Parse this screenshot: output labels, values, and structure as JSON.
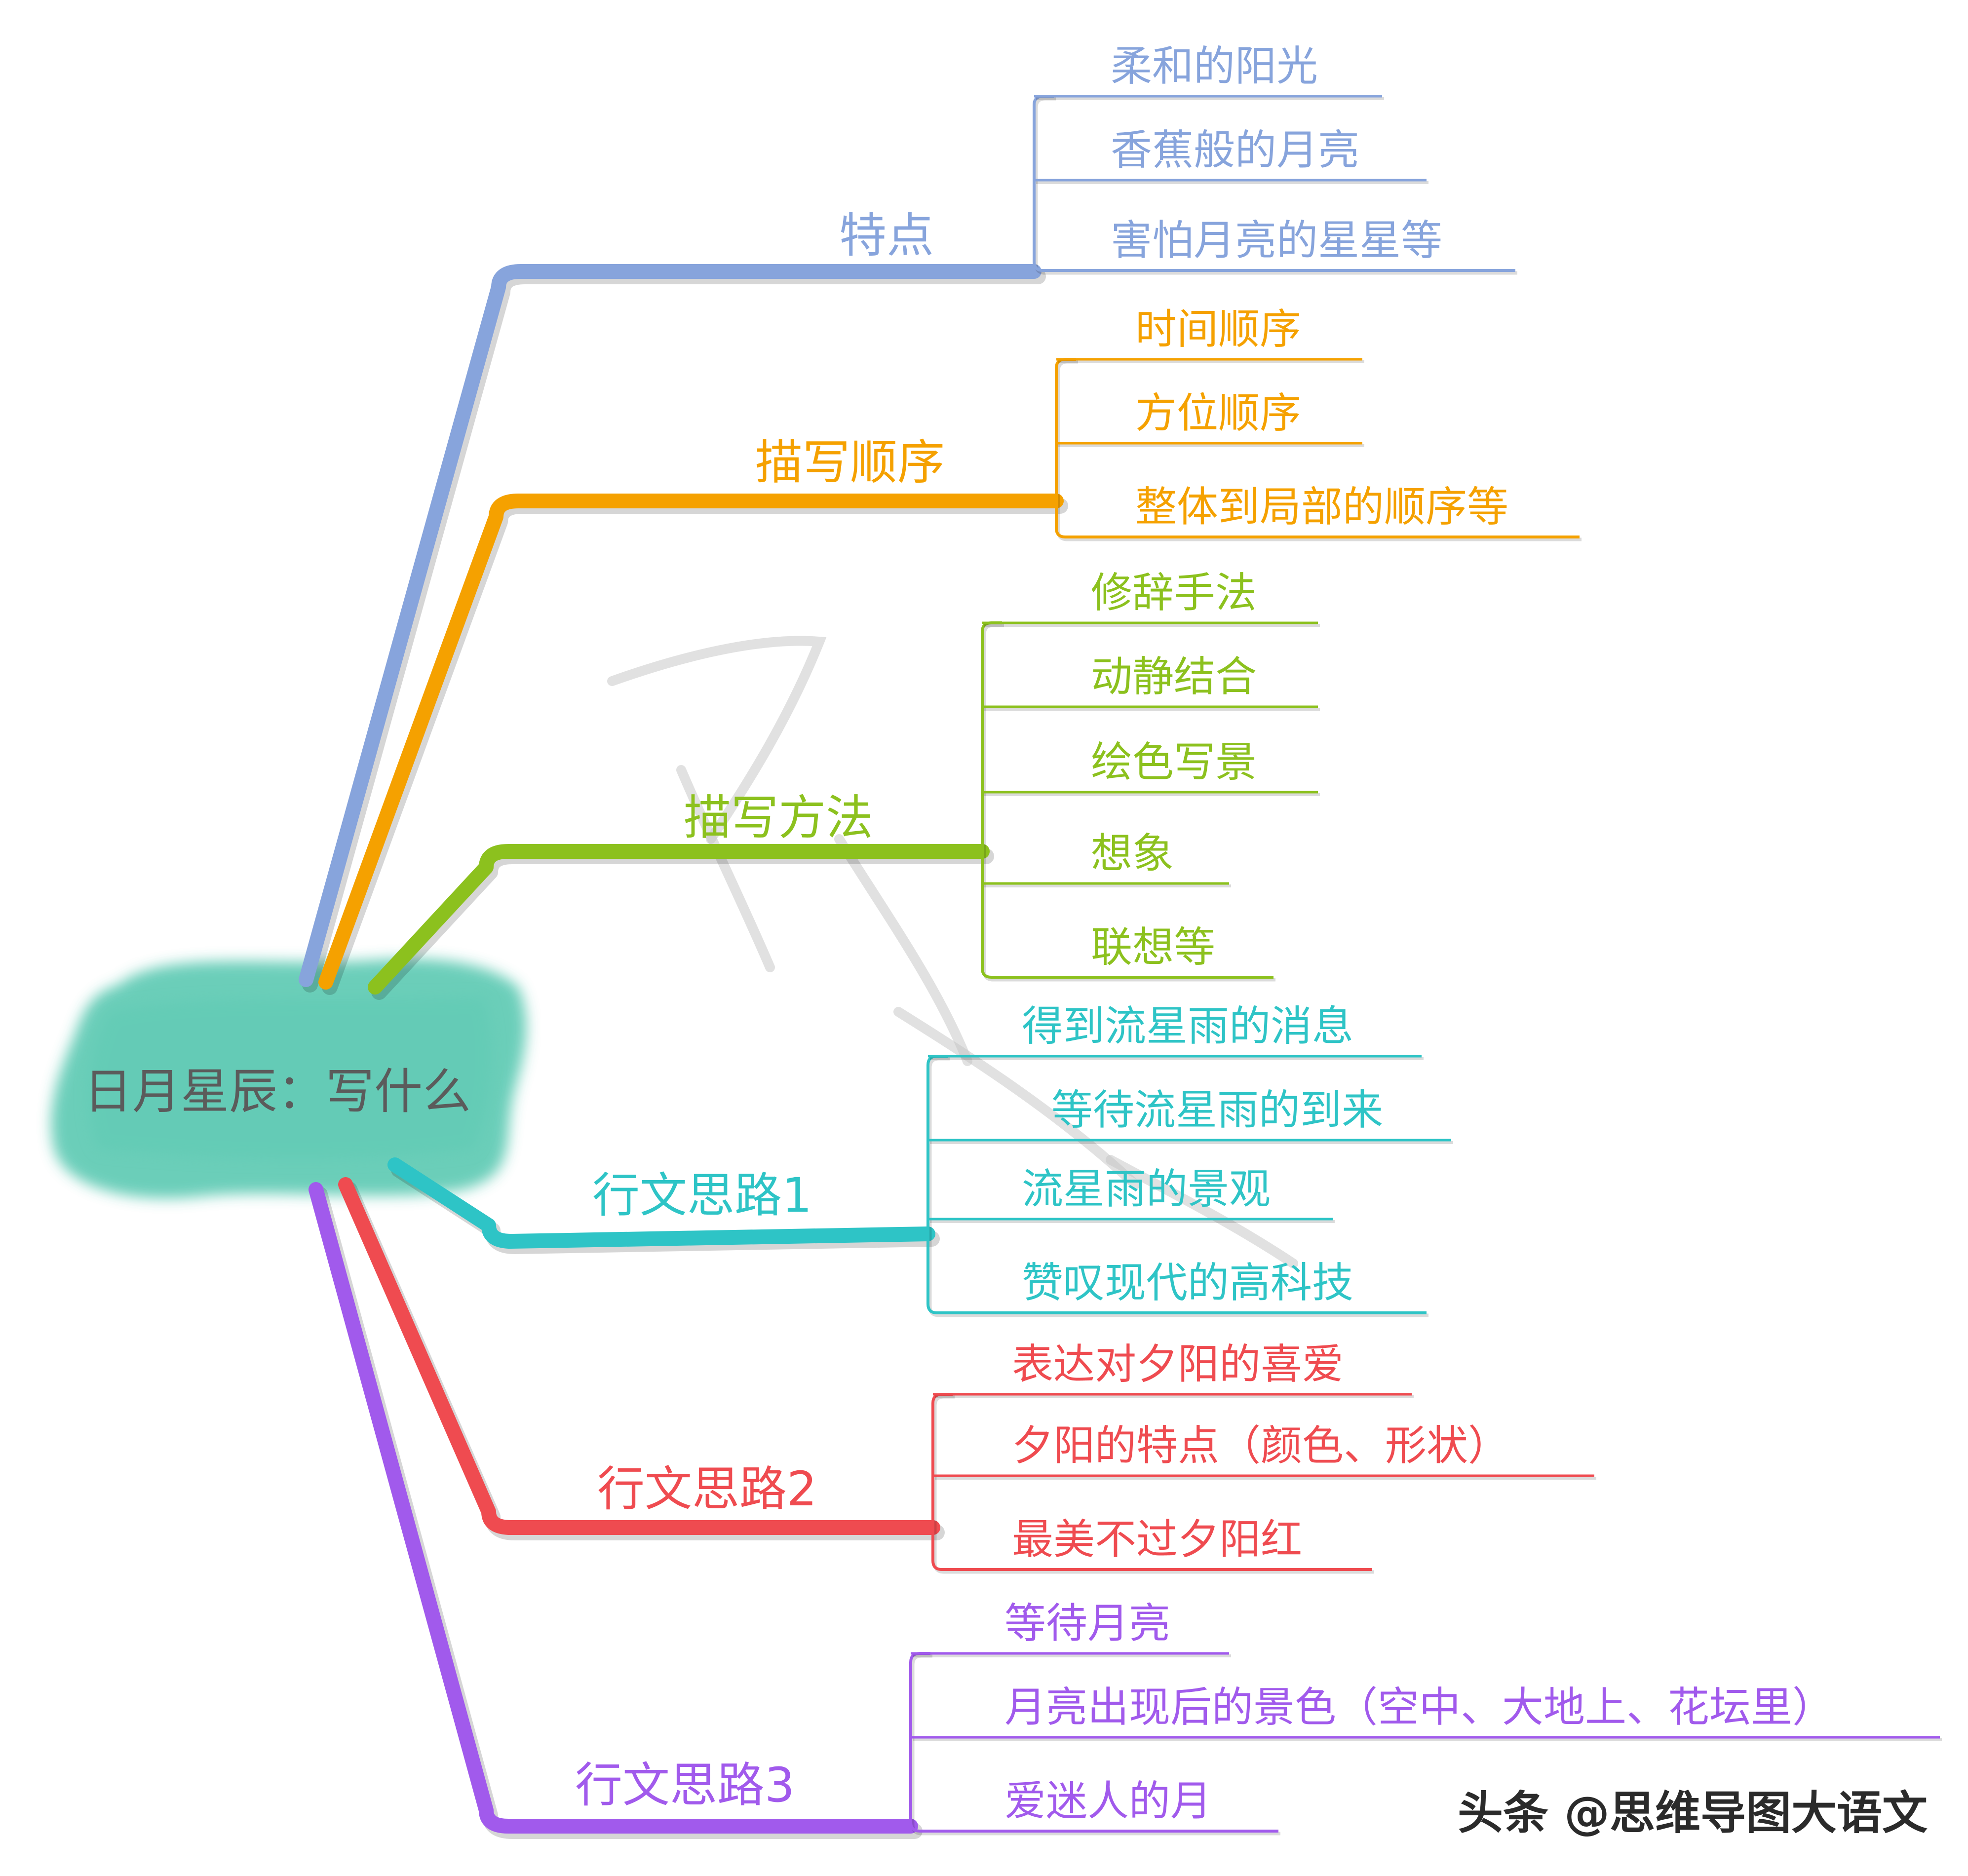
{
  "central": {
    "label": "日月星辰：写什么",
    "color": "#5fcab4"
  },
  "branches": [
    {
      "label": "特点",
      "color": "#87a4dc",
      "items": [
        "柔和的阳光",
        "香蕉般的月亮",
        "害怕月亮的星星等"
      ]
    },
    {
      "label": "描写顺序",
      "color": "#f5a100",
      "items": [
        "时间顺序",
        "方位顺序",
        "整体到局部的顺序等"
      ]
    },
    {
      "label": "描写方法",
      "color": "#8cc11e",
      "items": [
        "修辞手法",
        "动静结合",
        "绘色写景",
        "想象",
        "联想等"
      ]
    },
    {
      "label": "行文思路1",
      "color": "#2ec4c6",
      "items": [
        "得到流星雨的消息",
        "等待流星雨的到来",
        "流星雨的景观",
        "赞叹现代的高科技"
      ]
    },
    {
      "label": "行文思路2",
      "color": "#ef4b50",
      "items": [
        "表达对夕阳的喜爱",
        "夕阳的特点（颜色、形状）",
        "最美不过夕阳红"
      ]
    },
    {
      "label": "行文思路3",
      "color": "#a15aec",
      "items": [
        "等待月亮",
        "月亮出现后的景色（空中、大地上、花坛里）",
        "爱迷人的月"
      ]
    }
  ],
  "credit": "头条 @思维导图大语文"
}
